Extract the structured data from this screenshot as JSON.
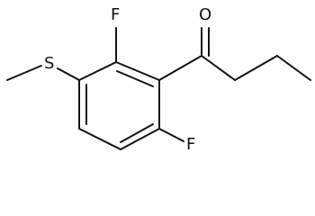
{
  "molecule": {
    "atoms": {
      "fluorine_top": "F",
      "fluorine_bottom": "F",
      "oxygen": "O",
      "sulfur": "S"
    }
  }
}
